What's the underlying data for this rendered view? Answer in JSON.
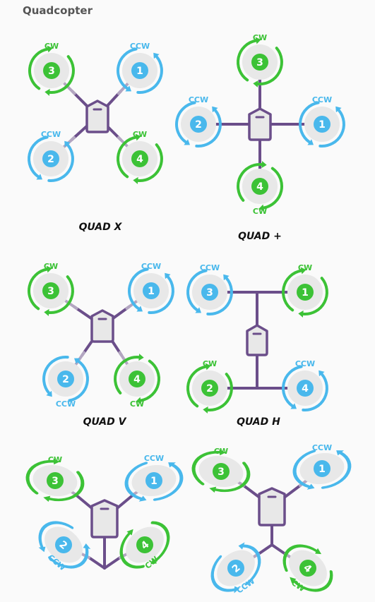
{
  "page": {
    "title": "Quadcopter"
  },
  "colors": {
    "frame": "#6b4e8a",
    "cw": "#3cc236",
    "ccw": "#49b8ec",
    "disc": "#e8e8e8",
    "arm_inner": "#b3a6c1"
  },
  "direction_labels": {
    "cw": "CW",
    "ccw": "CCW"
  },
  "configurations": [
    {
      "key": "quad-x",
      "label": "QUAD X",
      "motors": [
        {
          "id": "motor-3",
          "num": "3",
          "dir": "cw"
        },
        {
          "id": "motor-1",
          "num": "1",
          "dir": "ccw"
        },
        {
          "id": "motor-2",
          "num": "2",
          "dir": "ccw"
        },
        {
          "id": "motor-4",
          "num": "4",
          "dir": "cw"
        }
      ]
    },
    {
      "key": "quad-plus",
      "label": "QUAD +",
      "motors": [
        {
          "id": "motor-3",
          "num": "3",
          "dir": "cw"
        },
        {
          "id": "motor-2",
          "num": "2",
          "dir": "ccw"
        },
        {
          "id": "motor-1",
          "num": "1",
          "dir": "ccw"
        },
        {
          "id": "motor-4",
          "num": "4",
          "dir": "cw"
        }
      ]
    },
    {
      "key": "quad-v",
      "label": "QUAD V",
      "motors": [
        {
          "id": "motor-3",
          "num": "3",
          "dir": "cw"
        },
        {
          "id": "motor-1",
          "num": "1",
          "dir": "ccw"
        },
        {
          "id": "motor-2",
          "num": "2",
          "dir": "ccw"
        },
        {
          "id": "motor-4",
          "num": "4",
          "dir": "cw"
        }
      ]
    },
    {
      "key": "quad-h",
      "label": "QUAD H",
      "motors": [
        {
          "id": "motor-3",
          "num": "3",
          "dir": "ccw"
        },
        {
          "id": "motor-1",
          "num": "1",
          "dir": "cw"
        },
        {
          "id": "motor-2",
          "num": "2",
          "dir": "cw"
        },
        {
          "id": "motor-4",
          "num": "4",
          "dir": "ccw"
        }
      ]
    },
    {
      "key": "quad-y4",
      "label": "",
      "motors": [
        {
          "id": "motor-3",
          "num": "3",
          "dir": "cw"
        },
        {
          "id": "motor-1",
          "num": "1",
          "dir": "ccw"
        },
        {
          "id": "motor-2",
          "num": "2",
          "dir": "ccw"
        },
        {
          "id": "motor-4",
          "num": "4",
          "dir": "cw"
        }
      ]
    },
    {
      "key": "quad-vtail",
      "label": "",
      "motors": [
        {
          "id": "motor-3",
          "num": "3",
          "dir": "cw"
        },
        {
          "id": "motor-1",
          "num": "1",
          "dir": "ccw"
        },
        {
          "id": "motor-2",
          "num": "2",
          "dir": "ccw"
        },
        {
          "id": "motor-4",
          "num": "4",
          "dir": "cw"
        }
      ]
    }
  ]
}
